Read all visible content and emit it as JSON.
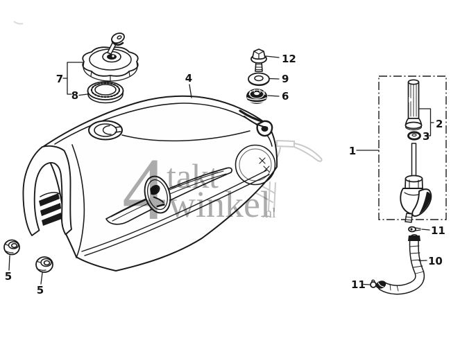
{
  "labels": {
    "part7": "7",
    "part8": "8",
    "part4": "4",
    "part12": "12",
    "part9": "9",
    "part6": "6",
    "part5_front": "5",
    "part5_rear": "5",
    "part1": "1",
    "part2": "2",
    "part3": "3",
    "part11_top": "11",
    "part10": "10",
    "part11_bottom": "11"
  },
  "watermark": {
    "big_numeral": "4",
    "word_top": "takt",
    "word_bottom": "winkel",
    "suffix": ".nl"
  },
  "colors": {
    "line": "#1a1a1a",
    "background": "#ffffff",
    "watermark": "#9e9e9e",
    "sketch": "#c9c9c9"
  }
}
